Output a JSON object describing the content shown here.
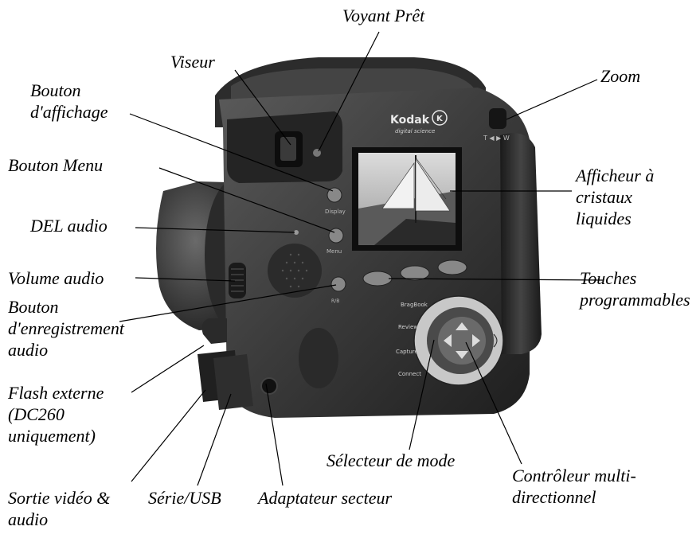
{
  "labels": {
    "voyant_pret": "Voyant Prêt",
    "viseur": "Viseur",
    "zoom": "Zoom",
    "bouton_affichage": "Bouton\nd'affichage",
    "bouton_menu": "Bouton Menu",
    "afficheur": "Afficheur à\ncristaux\nliquides",
    "del_audio": "DEL audio",
    "volume_audio": "Volume audio",
    "touches": "Touches\nprogrammables",
    "bouton_enregistrement": "Bouton\nd'enregistrement\naudio",
    "flash_externe": "Flash externe\n(DC260\nuniquement)",
    "selecteur_mode": "Sélecteur de mode",
    "controleur": "Contrôleur multi-\ndirectionnel",
    "sortie_video": "Sortie vidéo &\naudio",
    "serie_usb": "Série/USB",
    "adaptateur": "Adaptateur secteur"
  },
  "camera": {
    "brand": "Kodak",
    "brand_sub": "digital science",
    "button_display": "Display",
    "button_menu": "Menu",
    "button_record": "R/B",
    "mode_review": "Review",
    "mode_capture": "Capture",
    "mode_connect": "Connect",
    "mode_bragbook": "BragBook"
  },
  "colors": {
    "body": "#3a3a3a",
    "body_dark": "#1e1e1e",
    "body_light": "#5a5a5a",
    "screen_sky": "#cfcfcf"
  }
}
